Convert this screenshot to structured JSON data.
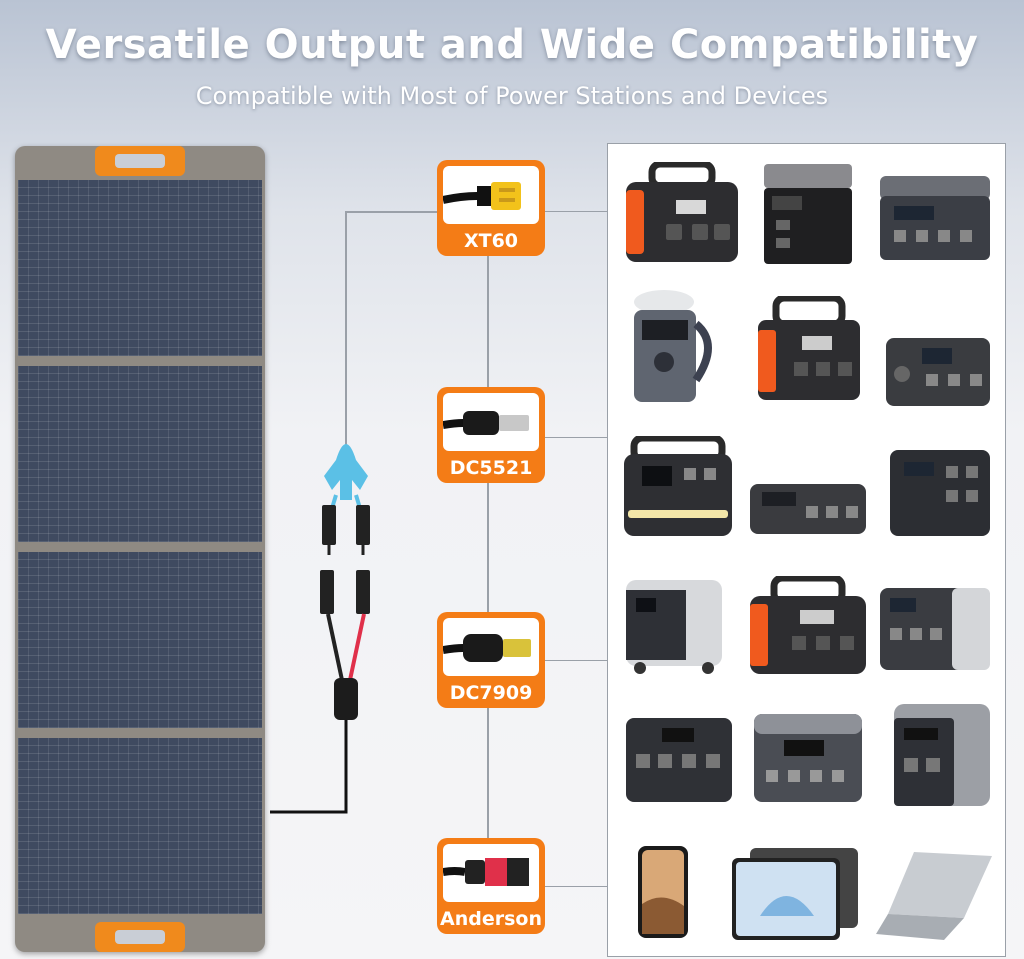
{
  "header": {
    "title": "Versatile Output and Wide Compatibility",
    "subtitle": "Compatible with Most of Power Stations and Devices"
  },
  "connectors": [
    {
      "label": "XT60"
    },
    {
      "label": "DC5521"
    },
    {
      "label": "DC7909"
    },
    {
      "label": "Anderson"
    }
  ],
  "colors": {
    "accent_orange": "#f47c16",
    "panel_cell": "#3f4a60",
    "panel_frame": "#8f8a83",
    "cable_blue": "#5bc0e6",
    "cable_red": "#e0304a"
  }
}
